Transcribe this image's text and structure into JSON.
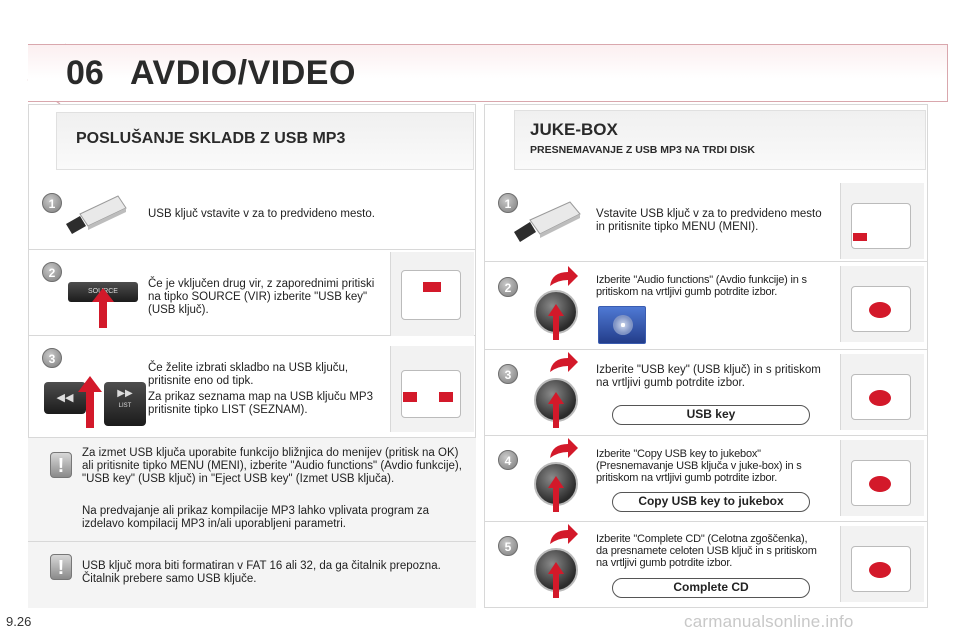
{
  "header": {
    "chapter": "06",
    "title": "AVDIO/VIDEO"
  },
  "left": {
    "title": "POSLUŠANJE SKLADB Z USB MP3",
    "steps": [
      {
        "num": "1",
        "text": "USB ključ vstavite v za to predvideno mesto."
      },
      {
        "num": "2",
        "text": "Če je vključen drug vir, z zaporednimi pritiski na tipko SOURCE (VIR) izberite \"USB key\" (USB ključ).",
        "button_label": "SOURCE"
      },
      {
        "num": "3",
        "text1": "Če želite izbrati skladbo na USB ključu, pritisnite eno od tipk.",
        "text2": "Za prikaz seznama map na USB ključu MP3 pritisnite tipko LIST (SEZNAM).",
        "button_label": "LIST"
      }
    ],
    "note1": {
      "text1": "Za izmet USB ključa uporabite funkcijo bližnjica do menijev (pritisk na OK) ali pritisnite tipko MENU (MENI), izberite \"Audio functions\" (Avdio funkcije), \"USB key\" (USB ključ) in \"Eject USB key\" (Izmet USB ključa).",
      "text2": "Na predvajanje ali prikaz kompilacije MP3 lahko vplivata program za izdelavo kompilacij MP3 in/ali uporabljeni parametri."
    },
    "note2": {
      "text": "USB ključ mora biti formatiran v FAT 16 ali 32, da ga čitalnik prepozna. Čitalnik prebere samo USB ključe."
    }
  },
  "right": {
    "title": "JUKE-BOX",
    "subtitle": "PRESNEMAVANJE Z USB MP3 NA TRDI DISK",
    "steps": [
      {
        "num": "1",
        "text": "Vstavite USB ključ v za to predvideno mesto in pritisnite tipko MENU (MENI)."
      },
      {
        "num": "2",
        "text": "Izberite \"Audio functions\" (Avdio funkcije) in s pritiskom na vrtljivi gumb potrdite izbor."
      },
      {
        "num": "3",
        "text": "Izberite \"USB key\" (USB ključ) in s pritiskom na vrtljivi gumb potrdite izbor.",
        "pill": "USB key"
      },
      {
        "num": "4",
        "text": "Izberite \"Copy USB key to jukebox\" (Presnemavanje USB ključa v juke-box) in s pritiskom na vrtljivi gumb potrdite izbor.",
        "pill": "Copy USB key to jukebox"
      },
      {
        "num": "5",
        "text": "Izberite \"Complete CD\" (Celotna zgoščenka), da presnamete celoten USB ključ in s pritiskom na vrtljivi gumb potrdite izbor.",
        "pill": "Complete CD"
      }
    ]
  },
  "footer": {
    "page": "9.26",
    "watermark": "carmanualsonline.info"
  },
  "colors": {
    "accent_red": "#d3192a",
    "header_line": "#d9a7ad",
    "step_grey": "#8a8a8a"
  }
}
